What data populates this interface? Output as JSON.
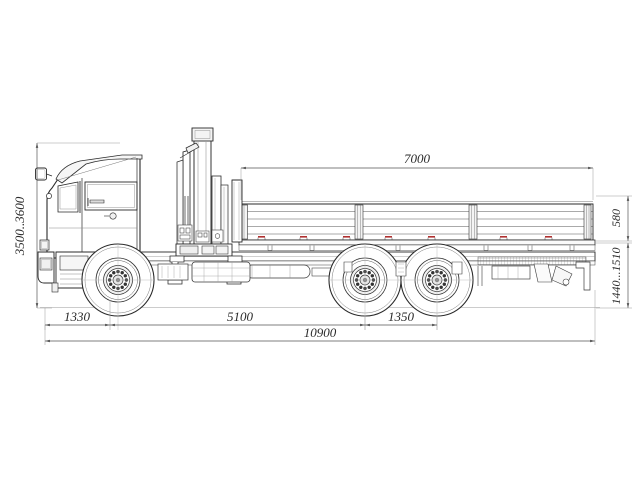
{
  "drawing": {
    "type": "engineering-side-elevation",
    "subject": "flatbed-truck-with-knuckle-boom-crane",
    "background_color": "#ffffff",
    "line_color": "#2b2b2b",
    "dimension_color": "#555555",
    "accent_color": "#b03030"
  },
  "dimensions": {
    "overall_height": {
      "label": "3500..3600",
      "position": "left-vertical",
      "orientation": "vertical"
    },
    "bed_length": {
      "label": "7000",
      "position": "top-horizontal",
      "orientation": "horizontal"
    },
    "bed_side_height": {
      "label": "580",
      "position": "right-vertical-upper",
      "orientation": "vertical"
    },
    "bed_floor_height": {
      "label": "1440...1510",
      "position": "right-vertical-lower",
      "orientation": "vertical"
    },
    "front_overhang": {
      "label": "1330",
      "position": "bottom-first",
      "orientation": "horizontal"
    },
    "wheelbase": {
      "label": "5100",
      "position": "bottom-second",
      "orientation": "horizontal"
    },
    "rear_bogie_spacing": {
      "label": "1350",
      "position": "bottom-third",
      "orientation": "horizontal"
    },
    "overall_length": {
      "label": "10900",
      "position": "bottom-total",
      "orientation": "horizontal"
    }
  },
  "components": {
    "cab": "day-cab",
    "crane": "folded-knuckle-boom-crane",
    "platform": "drop-side-flatbed-platform",
    "axles": "6x4-three-axle",
    "front_wheel_count": 1,
    "rear_wheel_count": 2
  }
}
